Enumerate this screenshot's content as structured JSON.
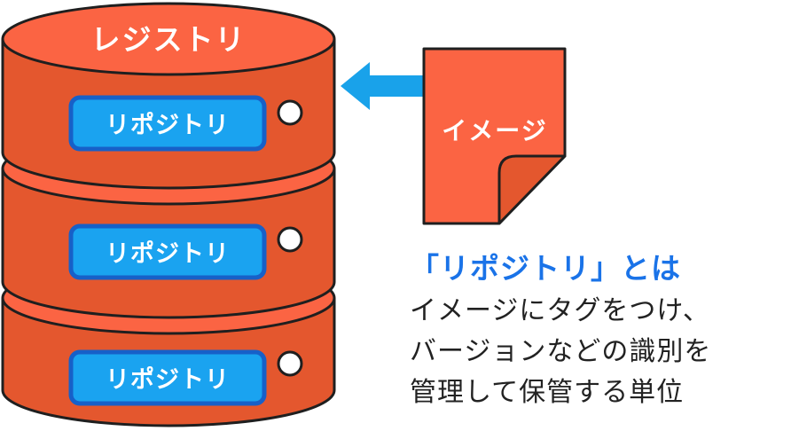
{
  "registry": {
    "label": "レジストリ",
    "repositories": [
      "リポジトリ",
      "リポジトリ",
      "リポジトリ"
    ]
  },
  "image": {
    "label": "イメージ"
  },
  "description": {
    "title": "「リポジトリ」とは",
    "lines": [
      "イメージにタグをつけ、",
      "バージョンなどの識別を",
      "管理して保管する単位"
    ]
  },
  "colors": {
    "cylinder_top": "#fb6443",
    "cylinder_side": "#e4572e",
    "outline": "#1f1f1f",
    "repo_fill": "#1aa3f0",
    "repo_border": "#1760c8",
    "arrow": "#19a2ea",
    "title_blue": "#1a73e8",
    "body_text": "#222222"
  },
  "icons": [
    "bidirectional-arrow-icon",
    "document-icon",
    "status-circle-icon"
  ]
}
